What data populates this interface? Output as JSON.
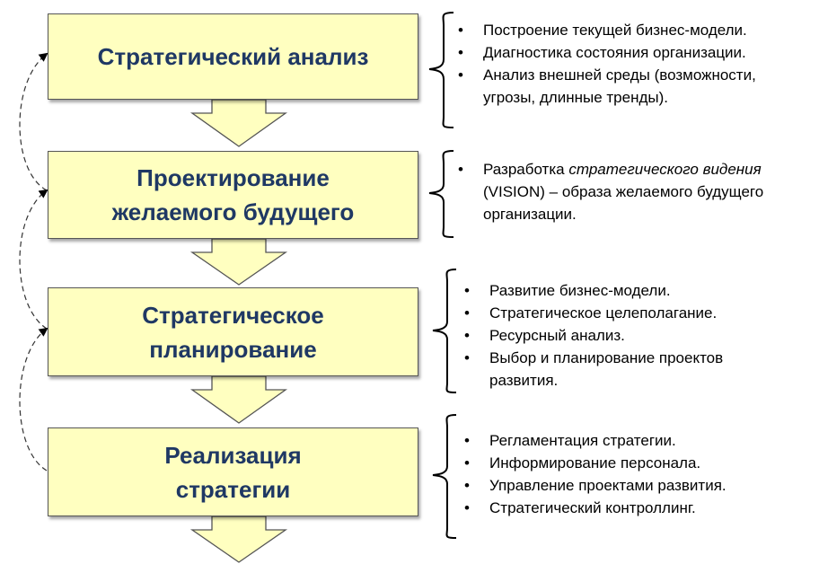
{
  "colors": {
    "stage_fill": "#ffffc0",
    "stage_text": "#1f3864",
    "arrow_fill": "#ffffc0",
    "outline": "#555555"
  },
  "stages": [
    {
      "title_lines": [
        "Стратегический анализ"
      ],
      "bullets": [
        "Построение текущей бизнес-модели.",
        "Диагностика состояния организации.",
        "Анализ внешней среды (возможности, угрозы, длинные тренды)."
      ]
    },
    {
      "title_lines": [
        "Проектирование",
        "желаемого будущего"
      ],
      "bullet_parts": {
        "before": "Разработка ",
        "emphasis": "стратегического видения",
        "after": " (VISION) – образа желаемого будущего организации."
      }
    },
    {
      "title_lines": [
        "Стратегическое",
        "планирование"
      ],
      "bullets": [
        "Развитие бизнес-модели.",
        "Стратегическое целеполагание.",
        "Ресурсный анализ.",
        "Выбор и планирование проектов развития."
      ]
    },
    {
      "title_lines": [
        "Реализация",
        "стратегии"
      ],
      "bullets": [
        "Регламентация стратегии.",
        "Информирование персонала.",
        "Управление проектами развития.",
        "Стратегический контроллинг."
      ]
    }
  ]
}
